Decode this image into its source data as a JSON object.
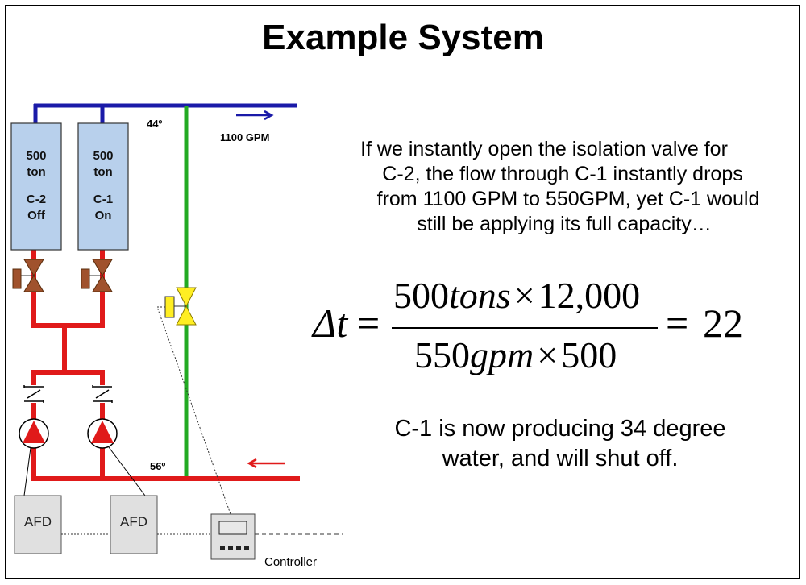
{
  "title": "Example System",
  "chillers": [
    {
      "capacity": "500",
      "unit": "ton",
      "name": "C-2",
      "state": "Off"
    },
    {
      "capacity": "500",
      "unit": "ton",
      "name": "C-1",
      "state": "On"
    }
  ],
  "supply_temp": "44º",
  "return_temp": "56º",
  "flow_label": "1100 GPM",
  "afd_labels": [
    "AFD",
    "AFD"
  ],
  "controller_label": "Controller",
  "paragraph_lines": [
    "If we instantly open the isolation valve for",
    "C-2, the flow through C-1 instantly drops",
    "from 1100 GPM to 550GPM, yet C-1 would",
    "still be applying its full capacity…"
  ],
  "equation": {
    "lhs": "Δt",
    "equals": "=",
    "num_value": "500",
    "num_unit": "tons",
    "times": "×",
    "num_mult": "12,000",
    "den_value": "550",
    "den_unit": "gpm",
    "den_mult": "500",
    "result": "22"
  },
  "conclusion_lines": [
    "C-1 is now producing 34 degree",
    "water, and will shut off."
  ],
  "colors": {
    "supply_pipe": "#1a1aa8",
    "return_pipe": "#e01a1a",
    "bypass_pipe": "#22aa22",
    "chiller_fill": "#b8d0ec",
    "valve_brown": "#a0522d",
    "bypass_valve": "#ffee22",
    "equipment_fill": "#e0e0e0"
  }
}
